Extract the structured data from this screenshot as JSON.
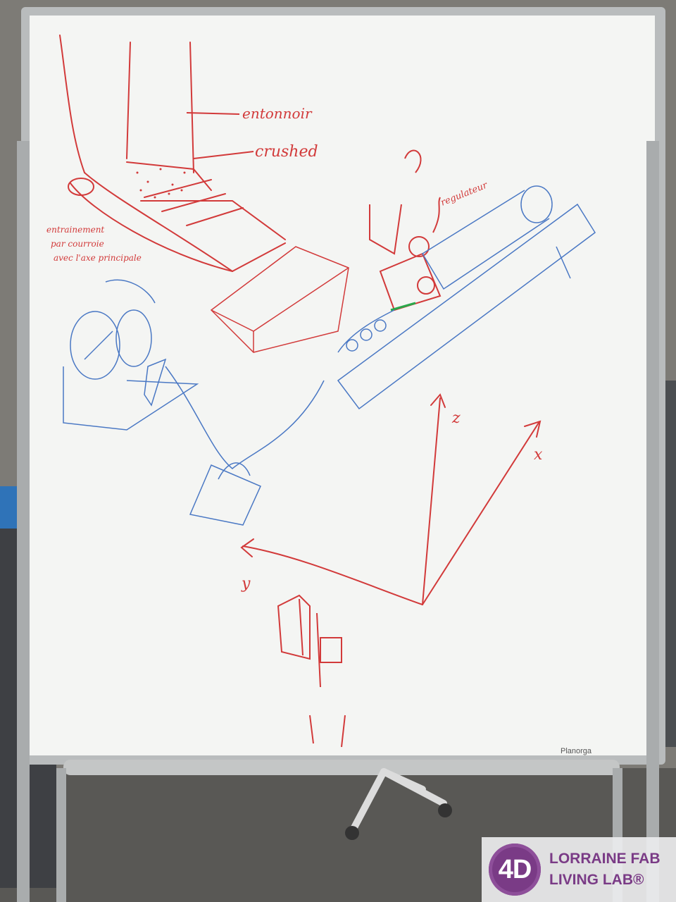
{
  "annotations": {
    "entonnoir": "entonnoir",
    "crushed": "crushed",
    "regulateur": "regulateur",
    "entrainement_line1": "entrainement",
    "entrainement_line2": "par courroie",
    "entrainement_line3": "avec l'axe principale",
    "axis_z": "z",
    "axis_x": "x",
    "axis_y": "y"
  },
  "board_brand": "Planorga",
  "watermark": {
    "logo_text": "4D",
    "line1": "LORRAINE FAB",
    "line2": "LIVING LAB®"
  },
  "colors": {
    "marker_red": "#d23a3a",
    "marker_blue": "#4a78c4",
    "marker_green": "#2aa84a",
    "board": "#f4f5f3",
    "frame": "#b9bcbd",
    "brand_purple": "#7a3b86"
  }
}
